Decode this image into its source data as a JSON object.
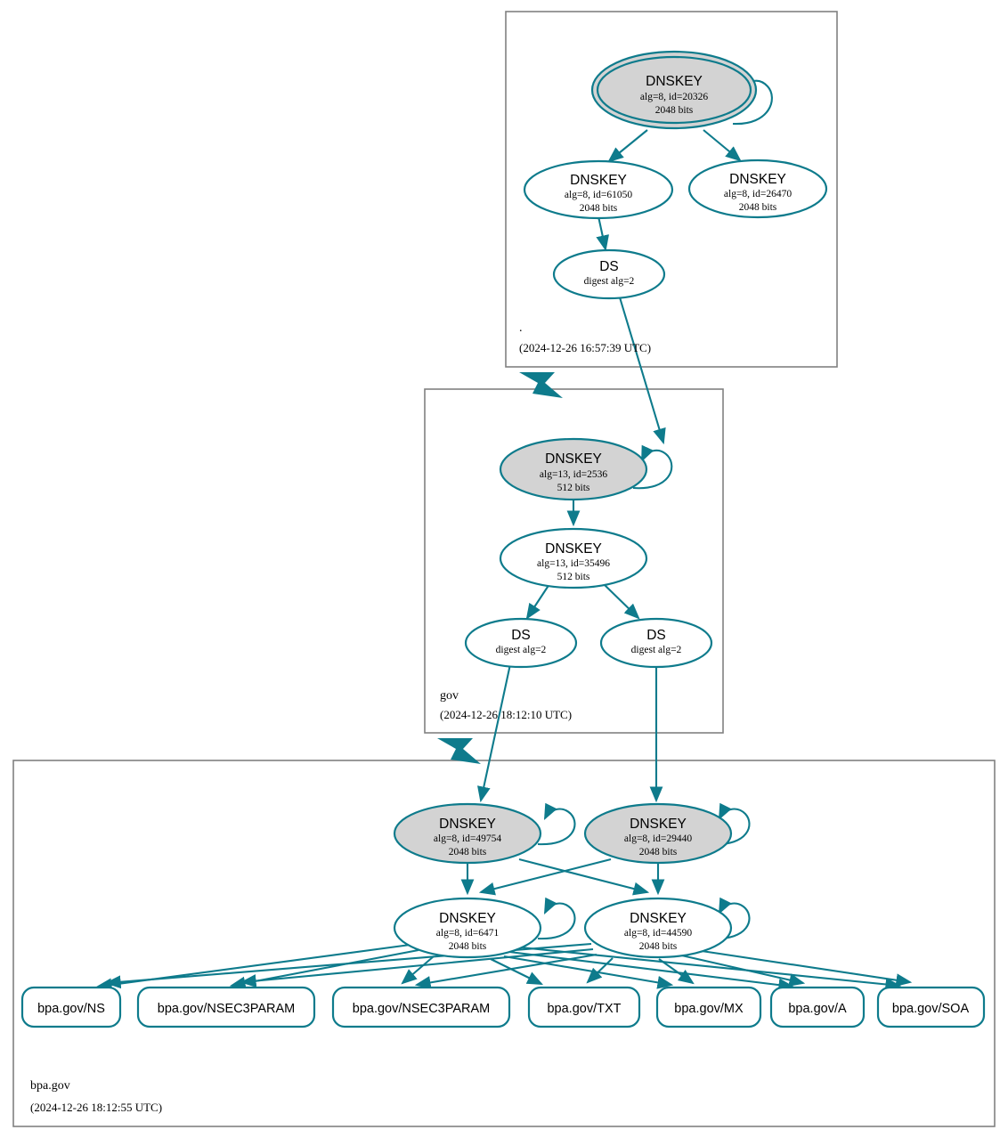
{
  "diagram": {
    "kind": "dnssec-chain-of-trust",
    "colors": {
      "accent_teal": "#0e7b8c",
      "secure_node_fill": "#d3d3d3",
      "zone_border": "#808080",
      "background": "#ffffff"
    }
  },
  "zones": [
    {
      "id": "root",
      "name": ".",
      "timestamp": "(2024-12-26 16:57:39 UTC)",
      "nodes": [
        {
          "id": "root-ksk-20326",
          "type": "DNSKEY",
          "title": "DNSKEY",
          "line2": "alg=8, id=20326",
          "line3": "2048 bits",
          "style": "trust-anchor",
          "alg": 8,
          "key_id": 20326,
          "bits": 2048
        },
        {
          "id": "root-zsk-61050",
          "type": "DNSKEY",
          "title": "DNSKEY",
          "line2": "alg=8, id=61050",
          "line3": "2048 bits",
          "style": "plain",
          "alg": 8,
          "key_id": 61050,
          "bits": 2048
        },
        {
          "id": "root-zsk-26470",
          "type": "DNSKEY",
          "title": "DNSKEY",
          "line2": "alg=8, id=26470",
          "line3": "2048 bits",
          "style": "plain",
          "alg": 8,
          "key_id": 26470,
          "bits": 2048
        },
        {
          "id": "root-ds-1",
          "type": "DS",
          "title": "DS",
          "line2": "digest alg=2",
          "line3": "",
          "style": "plain",
          "digest_alg": 2
        }
      ]
    },
    {
      "id": "gov",
      "name": "gov",
      "timestamp": "(2024-12-26 18:12:10 UTC)",
      "nodes": [
        {
          "id": "gov-ksk-2536",
          "type": "DNSKEY",
          "title": "DNSKEY",
          "line2": "alg=13, id=2536",
          "line3": "512 bits",
          "style": "secure",
          "alg": 13,
          "key_id": 2536,
          "bits": 512
        },
        {
          "id": "gov-zsk-35496",
          "type": "DNSKEY",
          "title": "DNSKEY",
          "line2": "alg=13, id=35496",
          "line3": "512 bits",
          "style": "plain",
          "alg": 13,
          "key_id": 35496,
          "bits": 512
        },
        {
          "id": "gov-ds-left",
          "type": "DS",
          "title": "DS",
          "line2": "digest alg=2",
          "line3": "",
          "style": "plain",
          "digest_alg": 2
        },
        {
          "id": "gov-ds-right",
          "type": "DS",
          "title": "DS",
          "line2": "digest alg=2",
          "line3": "",
          "style": "plain",
          "digest_alg": 2
        }
      ]
    },
    {
      "id": "bpagov",
      "name": "bpa.gov",
      "timestamp": "(2024-12-26 18:12:55 UTC)",
      "nodes": [
        {
          "id": "bpa-ksk-49754",
          "type": "DNSKEY",
          "title": "DNSKEY",
          "line2": "alg=8, id=49754",
          "line3": "2048 bits",
          "style": "secure",
          "alg": 8,
          "key_id": 49754,
          "bits": 2048
        },
        {
          "id": "bpa-ksk-29440",
          "type": "DNSKEY",
          "title": "DNSKEY",
          "line2": "alg=8, id=29440",
          "line3": "2048 bits",
          "style": "secure",
          "alg": 8,
          "key_id": 29440,
          "bits": 2048
        },
        {
          "id": "bpa-zsk-6471",
          "type": "DNSKEY",
          "title": "DNSKEY",
          "line2": "alg=8, id=6471",
          "line3": "2048 bits",
          "style": "plain",
          "alg": 8,
          "key_id": 6471,
          "bits": 2048
        },
        {
          "id": "bpa-zsk-44590",
          "type": "DNSKEY",
          "title": "DNSKEY",
          "line2": "alg=8, id=44590",
          "line3": "2048 bits",
          "style": "plain",
          "alg": 8,
          "key_id": 44590,
          "bits": 2048
        }
      ],
      "rrsets": [
        {
          "id": "rr-ns",
          "label": "bpa.gov/NS"
        },
        {
          "id": "rr-nsec3param-1",
          "label": "bpa.gov/NSEC3PARAM"
        },
        {
          "id": "rr-nsec3param-2",
          "label": "bpa.gov/NSEC3PARAM"
        },
        {
          "id": "rr-txt",
          "label": "bpa.gov/TXT"
        },
        {
          "id": "rr-mx",
          "label": "bpa.gov/MX"
        },
        {
          "id": "rr-a",
          "label": "bpa.gov/A"
        },
        {
          "id": "rr-soa",
          "label": "bpa.gov/SOA"
        }
      ]
    }
  ]
}
